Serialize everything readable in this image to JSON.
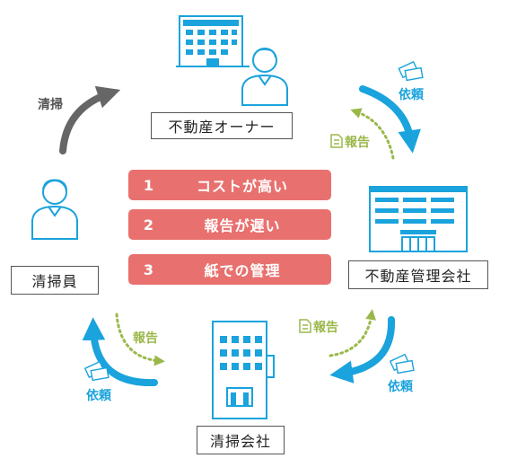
{
  "nodes": {
    "owner": "不動産オーナー",
    "management": "不動産管理会社",
    "cleaning_company": "清掃会社",
    "cleaner": "清掃員"
  },
  "issues": [
    {
      "num": "1",
      "text": "コストが高い"
    },
    {
      "num": "2",
      "text": "報告が遅い"
    },
    {
      "num": "3",
      "text": "紙での管理"
    }
  ],
  "flows": {
    "cleaner_to_owner": "清掃",
    "owner_to_management": "依頼",
    "management_to_owner": "報告",
    "management_to_company": "依頼",
    "company_to_management": "報告",
    "company_to_cleaner": "依頼",
    "cleaner_to_company": "報告"
  },
  "colors": {
    "request": "#1aa3dc",
    "report": "#9ab84a",
    "clean": "#666666",
    "issue": "#e8716f"
  }
}
